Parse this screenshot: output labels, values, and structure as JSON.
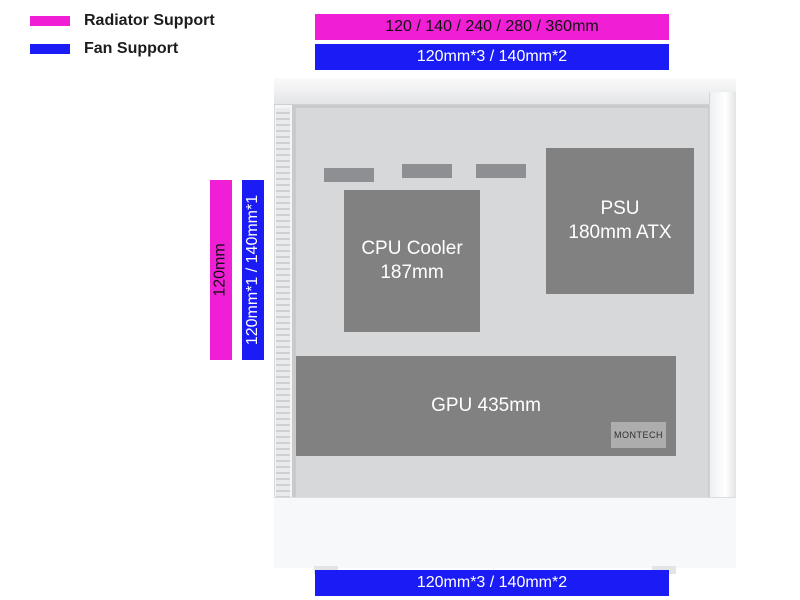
{
  "legend": {
    "radiator": {
      "label": "Radiator Support",
      "color": "#f01fd6"
    },
    "fan": {
      "label": "Fan Support",
      "color": "#1b1bf5"
    }
  },
  "top": {
    "radiator": "120 / 140 / 240 / 280 / 360mm",
    "fan": "120mm*3 / 140mm*2"
  },
  "rear": {
    "radiator": "120mm",
    "fan": "120mm*1 / 140mm*1"
  },
  "bottom": {
    "fan": "120mm*3 / 140mm*2"
  },
  "components": {
    "psu": {
      "line1": "PSU",
      "line2": "180mm ATX"
    },
    "cpu": {
      "line1": "CPU Cooler",
      "line2": "187mm"
    },
    "gpu": {
      "line1": "GPU 435mm"
    },
    "brand": "MONTECH"
  }
}
